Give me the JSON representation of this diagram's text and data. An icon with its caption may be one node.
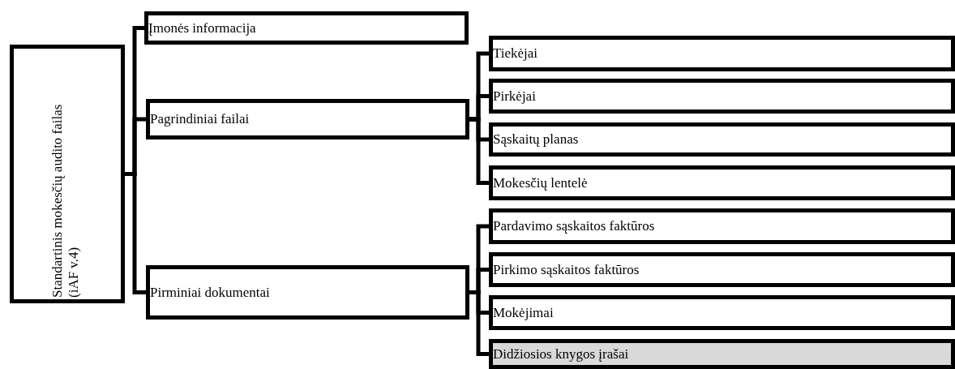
{
  "diagram": {
    "nodes": [
      {
        "text": [
          "Standartinis mokesčių audito failas (iAF v.4)"
        ]
      },
      {
        "text": [
          "Įmonės informacija"
        ]
      },
      {
        "text": [
          "Pagrindiniai failai"
        ]
      },
      {
        "text": [
          "Pirminiai dokumentai"
        ]
      },
      {
        "text": [
          "Tiekėjai"
        ]
      },
      {
        "text": [
          "Pirkėjai"
        ]
      },
      {
        "text": [
          "Sąskaitų planas"
        ]
      },
      {
        "text": [
          "Mokesčių lentelė"
        ]
      },
      {
        "text": [
          "Pardavimo sąskaitos faktūros"
        ]
      },
      {
        "text": [
          "Pirkimo sąskaitos faktūros"
        ]
      },
      {
        "text": [
          "Mokėjimai"
        ]
      },
      {
        "text": [
          "Didžiosios knygos įrašai"
        ]
      }
    ],
    "edges": [
      {
        "from": 0,
        "to": 1,
        "arrow": "none"
      },
      {
        "from": 0,
        "to": 2,
        "arrow": "none"
      },
      {
        "from": 0,
        "to": 3,
        "arrow": "none"
      },
      {
        "from": 2,
        "to": 4,
        "arrow": "none"
      },
      {
        "from": 2,
        "to": 5,
        "arrow": "none"
      },
      {
        "from": 2,
        "to": 6,
        "arrow": "none"
      },
      {
        "from": 2,
        "to": 7,
        "arrow": "none"
      },
      {
        "from": 3,
        "to": 8,
        "arrow": "none"
      },
      {
        "from": 3,
        "to": 9,
        "arrow": "none"
      },
      {
        "from": 3,
        "to": 10,
        "arrow": "none"
      },
      {
        "from": 3,
        "to": 11,
        "arrow": "none"
      }
    ]
  }
}
